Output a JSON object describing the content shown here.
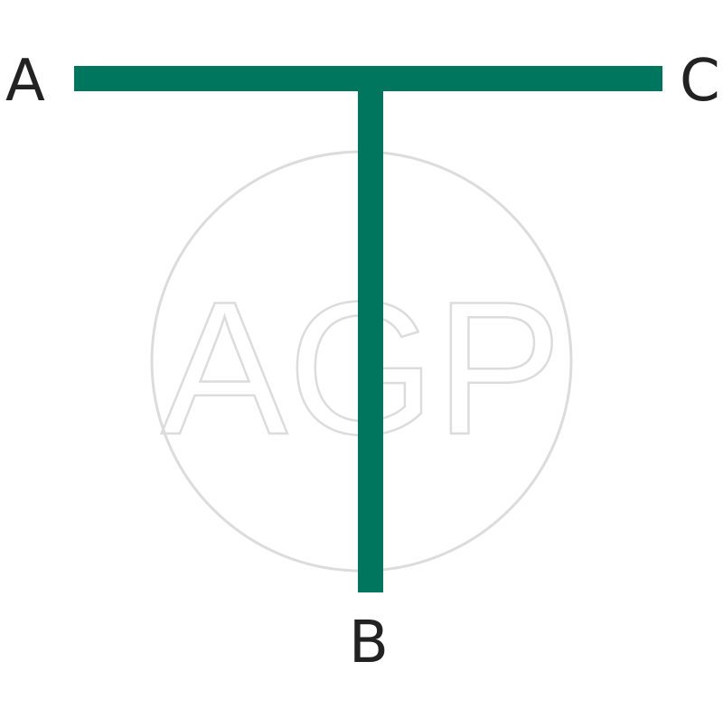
{
  "diagram": {
    "labels": {
      "a": "A",
      "b": "B",
      "c": "C"
    },
    "colors": {
      "pipe": "#00765F",
      "label": "#222222",
      "watermark": "#DCDCDC",
      "background": "#FFFFFF"
    },
    "watermark": {
      "text": "AGP"
    }
  }
}
